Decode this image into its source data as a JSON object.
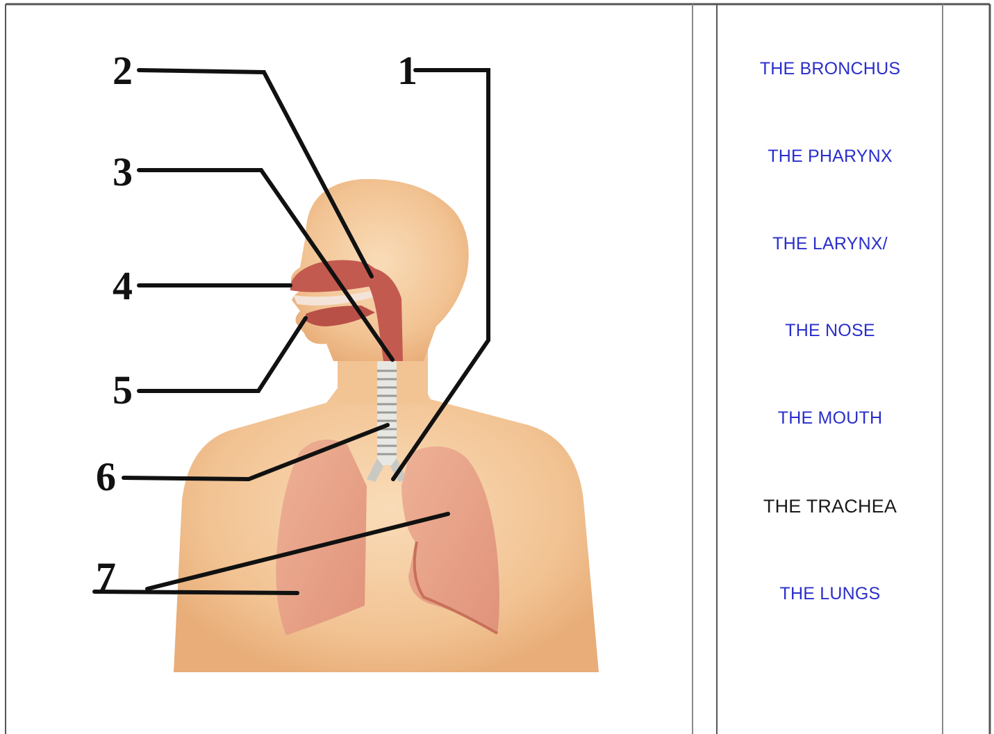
{
  "diagram": {
    "numbers": [
      "1",
      "2",
      "3",
      "4",
      "5",
      "6",
      "7"
    ]
  },
  "terms": [
    {
      "text": "THE BRONCHUS",
      "color": "#2a2ecb"
    },
    {
      "text": "THE PHARYNX",
      "color": "#2a2ecb"
    },
    {
      "text": "THE LARYNX/",
      "color": "#2a2ecb"
    },
    {
      "text": "THE NOSE",
      "color": "#2a2ecb"
    },
    {
      "text": "THE MOUTH",
      "color": "#2a2ecb"
    },
    {
      "text": "THE TRACHEA",
      "color": "#1a1a1a"
    },
    {
      "text": "THE LUNGS",
      "color": "#2a2ecb"
    }
  ],
  "colors": {
    "skin": "#f3c89a",
    "lungs": "#e9a586",
    "airway": "#c35a50",
    "leader_line": "#111111",
    "table_border": "#555555"
  }
}
